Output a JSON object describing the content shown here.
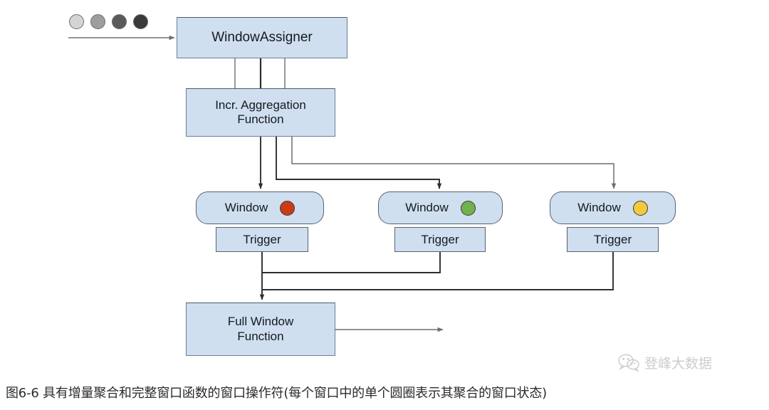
{
  "figure": {
    "caption": "图6-6 具有增量聚合和完整窗口函数的窗口操作符(每个窗口中的单个圆圈表示其聚合的窗口状态)"
  },
  "input_stream": {
    "name": "input-event-stream",
    "events": [
      {
        "shade": "#d4d4d4"
      },
      {
        "shade": "#9d9d9d"
      },
      {
        "shade": "#5a5a5a"
      },
      {
        "shade": "#3a3a3a"
      }
    ]
  },
  "nodes": {
    "window_assigner": {
      "label": "WindowAssigner"
    },
    "incr_aggregation": {
      "label": "Incr. Aggregation\nFunction"
    },
    "full_window": {
      "label": "Full Window\nFunction"
    }
  },
  "windows": [
    {
      "label": "Window",
      "trigger_label": "Trigger",
      "state_color": "#cc3b16"
    },
    {
      "label": "Window",
      "trigger_label": "Trigger",
      "state_color": "#72b14e"
    },
    {
      "label": "Window",
      "trigger_label": "Trigger",
      "state_color": "#f2ca3c"
    }
  ],
  "colors": {
    "box_fill": "#cfdff0",
    "box_stroke": "#55636f",
    "connector": "#3c3c3c",
    "connector_light": "#6e6e6e"
  },
  "watermark": {
    "text": "登峰大数据",
    "icon": "wechat-icon"
  }
}
